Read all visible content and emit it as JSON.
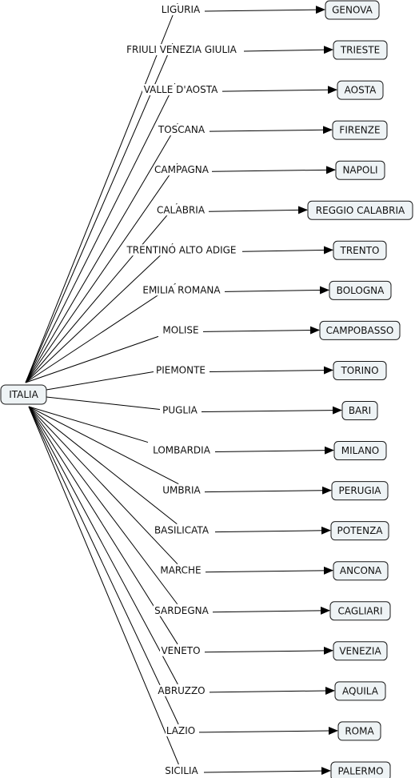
{
  "root": {
    "label": "ITALIA"
  },
  "links": [
    {
      "region": "LIGURIA",
      "capital": "GENOVA"
    },
    {
      "region": "FRIULI VENEZIA GIULIA",
      "capital": "TRIESTE"
    },
    {
      "region": "VALLE D'AOSTA",
      "capital": "AOSTA"
    },
    {
      "region": "TOSCANA",
      "capital": "FIRENZE"
    },
    {
      "region": "CAMPAGNA",
      "capital": "NAPOLI"
    },
    {
      "region": "CALABRIA",
      "capital": "REGGIO CALABRIA"
    },
    {
      "region": "TRENTINO ALTO ADIGE",
      "capital": "TRENTO"
    },
    {
      "region": "EMILIA ROMANA",
      "capital": "BOLOGNA"
    },
    {
      "region": "MOLISE",
      "capital": "CAMPOBASSO"
    },
    {
      "region": "PIEMONTE",
      "capital": "TORINO"
    },
    {
      "region": "PUGLIA",
      "capital": "BARI"
    },
    {
      "region": "LOMBARDIA",
      "capital": "MILANO"
    },
    {
      "region": "UMBRIA",
      "capital": "PERUGIA"
    },
    {
      "region": "BASILICATA",
      "capital": "POTENZA"
    },
    {
      "region": "MARCHE",
      "capital": "ANCONA"
    },
    {
      "region": "SARDEGNA",
      "capital": "CAGLIARI"
    },
    {
      "region": "VENETO",
      "capital": "VENEZIA"
    },
    {
      "region": "ABRUZZO",
      "capital": "AQUILA"
    },
    {
      "region": "LAZIO",
      "capital": "ROMA"
    },
    {
      "region": "SICILIA",
      "capital": "PALERMO"
    }
  ]
}
